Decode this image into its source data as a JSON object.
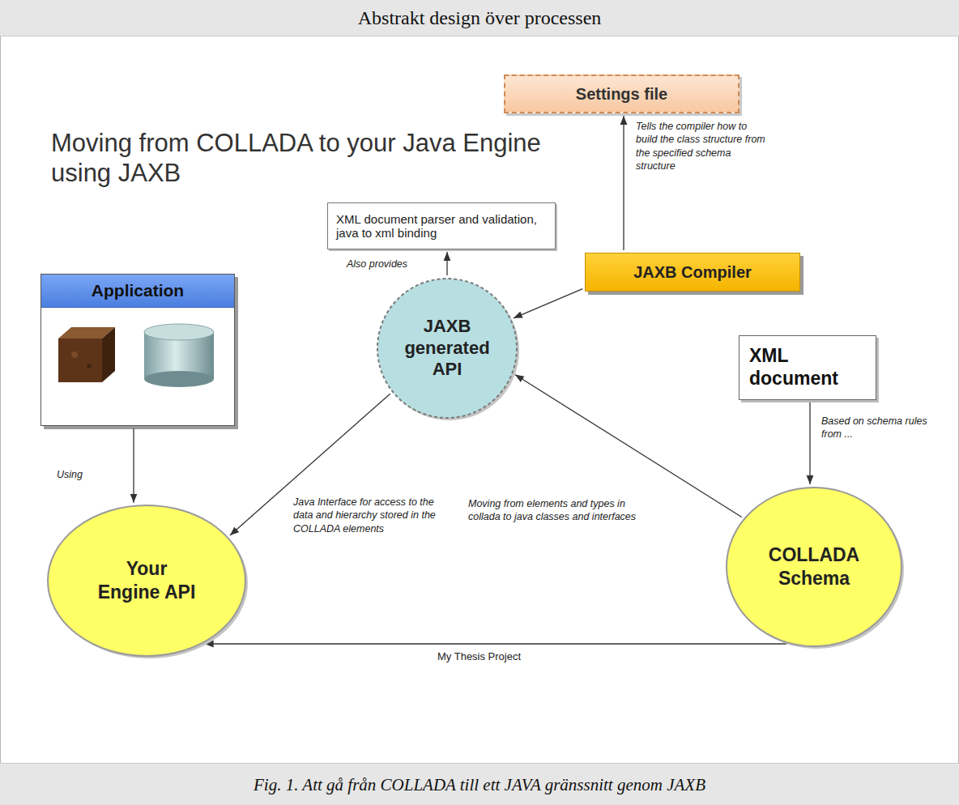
{
  "diagram": {
    "title": "Abstrakt design över processen",
    "caption": "Fig. 1. Att gå från COLLADA till ett JAVA gränssnitt genom JAXB",
    "nodes": [
      {
        "text": [
          "Settings file"
        ]
      },
      {
        "text": [
          "XML document parser and validation, java to xml binding"
        ]
      },
      {
        "text": [
          "JAXB Compiler"
        ]
      },
      {
        "text": [
          "Application"
        ]
      },
      {
        "text": [
          "JAXB generated API"
        ]
      },
      {
        "text": [
          "XML document"
        ]
      },
      {
        "text": [
          "Your Engine API"
        ]
      },
      {
        "text": [
          "COLLADA Schema"
        ]
      }
    ],
    "edges": [
      {
        "from": 2,
        "to": 0,
        "arrow": "to",
        "label": "Tells the compiler how to build the class structure from the specified schema structure"
      },
      {
        "from": 4,
        "to": 1,
        "arrow": "to",
        "label": "Also provides"
      },
      {
        "from": 2,
        "to": 4,
        "arrow": "to"
      },
      {
        "from": 3,
        "to": 6,
        "arrow": "to",
        "label": "Using"
      },
      {
        "from": 4,
        "to": 6,
        "arrow": "to",
        "label": "Java Interface for access to the data and hierarchy stored in the COLLADA elements"
      },
      {
        "from": 7,
        "to": 4,
        "arrow": "to",
        "label": "Moving from elements and types in collada to java classes and interfaces"
      },
      {
        "from": 5,
        "to": 7,
        "arrow": "to",
        "label": "Based on schema rules from ..."
      },
      {
        "from": 7,
        "to": 6,
        "arrow": "to",
        "label": "My Thesis Project"
      }
    ],
    "labels": [
      "Moving from COLLADA to your Java Engine using JAXB"
    ]
  }
}
